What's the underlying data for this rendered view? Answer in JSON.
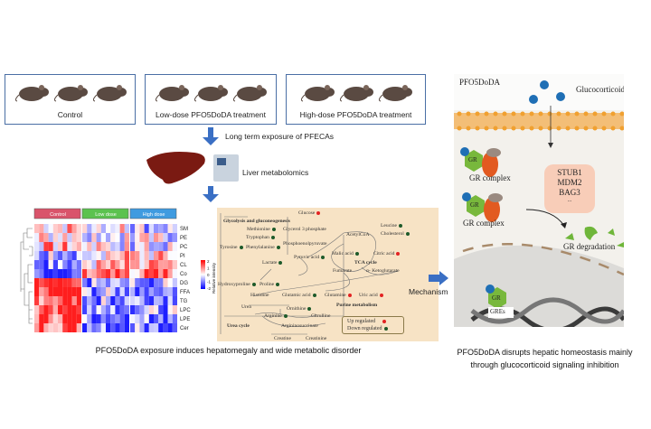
{
  "groups": [
    {
      "label": "Control"
    },
    {
      "label": "Low-dose PFO5DoDA treatment"
    },
    {
      "label": "High-dose PFO5DoDA treatment"
    }
  ],
  "step1": "Long term exposure of PFECAs",
  "step2": "Liver metabolomics",
  "heatmap": {
    "groups": [
      {
        "label": "Control",
        "color": "#d9546b"
      },
      {
        "label": "Low dose",
        "color": "#5cc24f"
      },
      {
        "label": "High dose",
        "color": "#3f9be0"
      }
    ],
    "rows": [
      "SM",
      "PE",
      "PC",
      "PI",
      "CL",
      "Co",
      "DG",
      "FFA",
      "TG",
      "LPC",
      "LPE",
      "Cer"
    ],
    "row_group_trend": [
      [
        0.3,
        0.2,
        -0.2
      ],
      [
        0.2,
        0.1,
        -0.1
      ],
      [
        0.3,
        0,
        -0.2
      ],
      [
        -0.4,
        0.3,
        0.2
      ],
      [
        -0.5,
        0.2,
        0.4
      ],
      [
        -0.8,
        0.4,
        0.5
      ],
      [
        1,
        -0.5,
        -0.4
      ],
      [
        0.9,
        -0.4,
        -0.4
      ],
      [
        0.8,
        -0.4,
        -0.3
      ],
      [
        0.9,
        -0.5,
        -0.4
      ],
      [
        0.8,
        -0.5,
        -0.5
      ],
      [
        0.8,
        -0.6,
        -0.5
      ]
    ],
    "scale_label": "Relative intensity",
    "scale_ticks": [
      "2",
      "1",
      "0",
      "-1",
      "-2"
    ]
  },
  "pathway": {
    "nodes": [
      {
        "t": "Glucose",
        "r": "up"
      },
      {
        "t": "Glycolysis and gluconeogenesis",
        "bold": true
      },
      {
        "t": "Methionine",
        "r": "dn"
      },
      {
        "t": "Glycerol 3 phosphate"
      },
      {
        "t": "Tryptophan",
        "r": "dn"
      },
      {
        "t": "Phosphoenolpyruvate"
      },
      {
        "t": "Tyrosine",
        "r": "dn"
      },
      {
        "t": "Phenylalanine",
        "r": "dn"
      },
      {
        "t": "AcetylCoA"
      },
      {
        "t": "Leucine",
        "r": "dn"
      },
      {
        "t": "Cholesterol",
        "r": "dn"
      },
      {
        "t": "Malic acid",
        "r": "dn"
      },
      {
        "t": "Citric acid",
        "r": "up"
      },
      {
        "t": "Pyruvic acid",
        "r": "dn"
      },
      {
        "t": "TCA cycle",
        "bold": true
      },
      {
        "t": "Lactate",
        "r": "dn"
      },
      {
        "t": "Fumarate"
      },
      {
        "t": "α- Ketoglutarate"
      },
      {
        "t": "Hydroxyproline",
        "r": "dn"
      },
      {
        "t": "Proline",
        "r": "dn"
      },
      {
        "t": "Histidine"
      },
      {
        "t": "Glutamic acid",
        "r": "dn"
      },
      {
        "t": "Glutamine",
        "r": "up"
      },
      {
        "t": "Uric acid",
        "r": "up"
      },
      {
        "t": "Purine metabolism",
        "bold": true
      },
      {
        "t": "Urea"
      },
      {
        "t": "Ornithine",
        "r": "dn"
      },
      {
        "t": "Citrulline"
      },
      {
        "t": "Arginine",
        "r": "dn"
      },
      {
        "t": "Urea cycle",
        "bold": true
      },
      {
        "t": "Argininosuccinate"
      },
      {
        "t": "Creatine"
      },
      {
        "t": "Creatinine"
      }
    ],
    "legend": {
      "up": "Up regulated",
      "down": "Down regulated"
    },
    "colors": {
      "up": "#e32222",
      "down": "#1d5a2a"
    }
  },
  "caption_left": "PFO5DoDA exposure induces hepatomegaly and wide metabolic disorder",
  "mechanism": "Mechanism",
  "mech": {
    "compound": "PFO5DoDA",
    "ligand": "Glucocorticoid",
    "gr": "GR",
    "complex": "GR complex",
    "proteins": [
      "STUB1",
      "MDM2",
      "BAG3",
      "..."
    ],
    "degradation": "GR degradation",
    "gres": "GREs"
  },
  "caption_right": [
    "PFO5DoDA disrupts hepatic homeostasis mainly",
    "through glucocorticoid signaling inhibition"
  ]
}
